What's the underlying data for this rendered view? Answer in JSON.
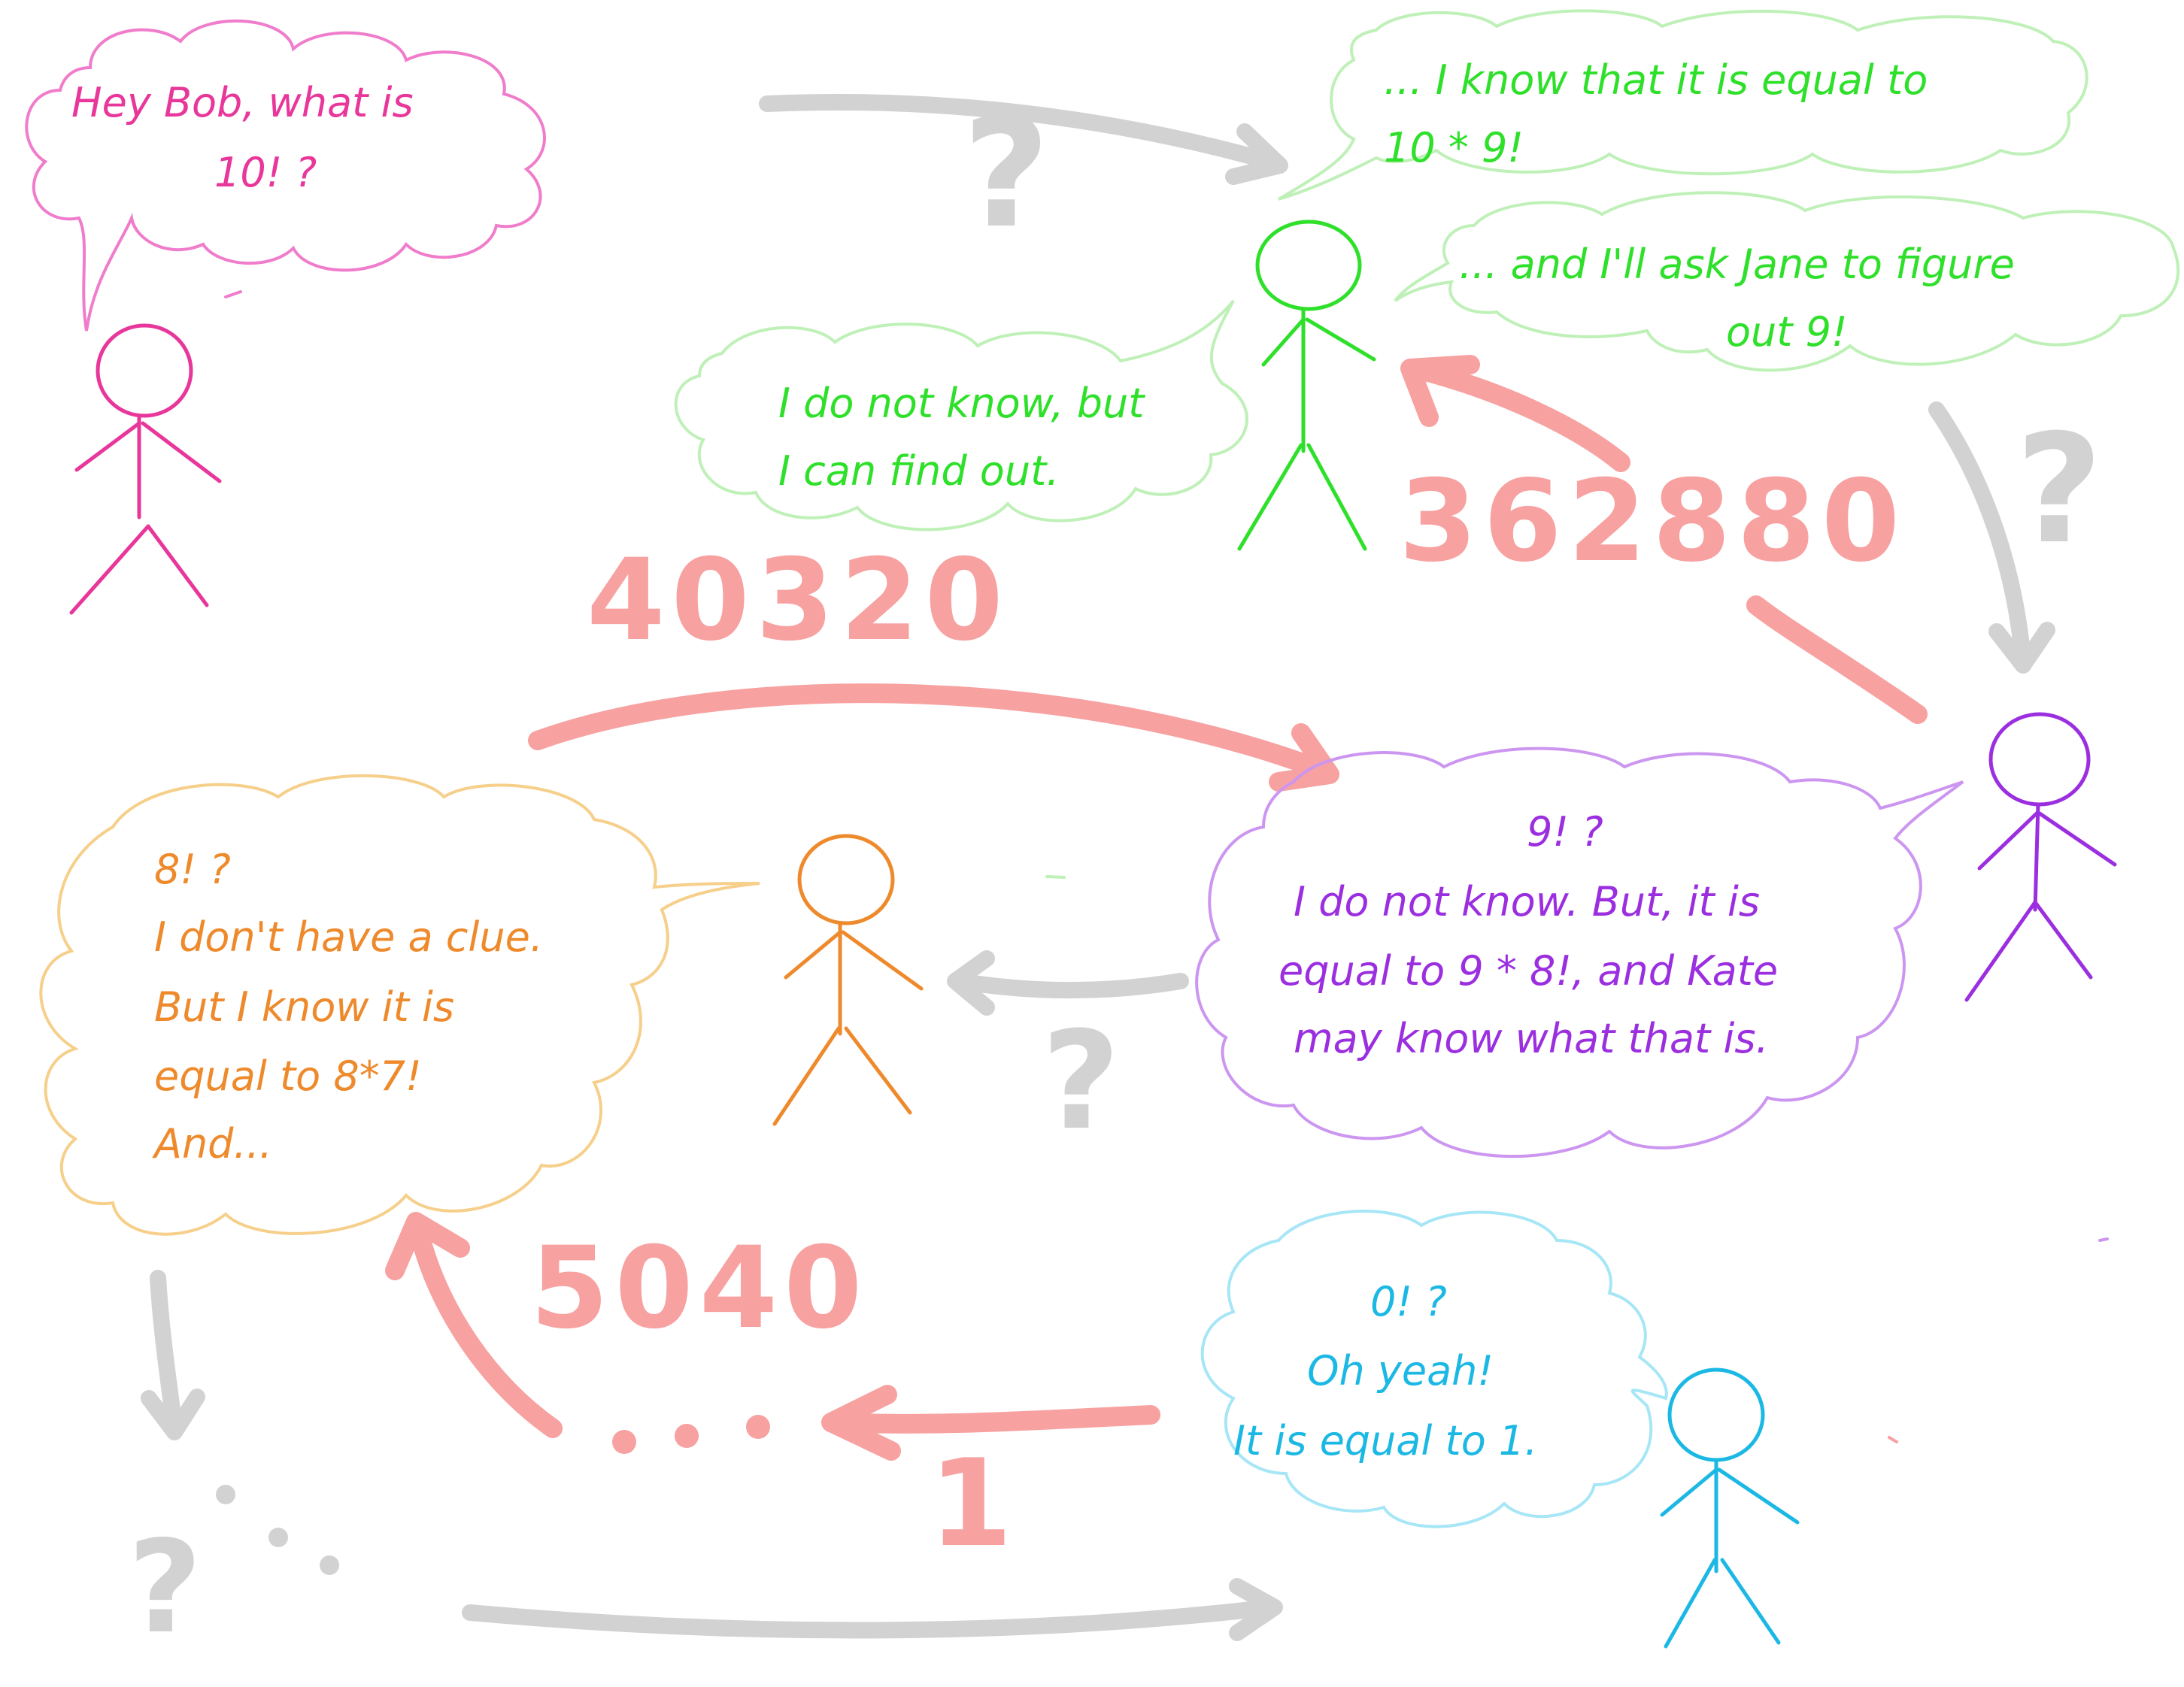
{
  "colors": {
    "pink": "#e8369a",
    "pink_light": "#f07ccc",
    "green": "#2ee02a",
    "green_light": "#bff0b8",
    "purple": "#9b2fe0",
    "purple_light": "#cc96f0",
    "orange": "#ee8a2c",
    "orange_light": "#f6cf8a",
    "blue": "#1cb8e4",
    "blue_light": "#a6e6f6",
    "red_arrow": "#f7a1a1",
    "gray_arrow": "#d2d2d2"
  },
  "speech": {
    "pink": [
      "Hey Bob, what is",
      "10! ?"
    ],
    "green_top": [
      "... I know that it is equal to",
      "10 * 9!"
    ],
    "green_ask": [
      "... and I'll ask Jane to figure",
      "out 9!"
    ],
    "green_left": [
      "I do not know, but",
      "I can find out."
    ],
    "purple": [
      "9! ?",
      "I do not know. But, it is",
      "equal to 9 * 8!, and Kate",
      "may know what that is."
    ],
    "orange": [
      "8! ?",
      "I don't have a clue.",
      "But I know it is",
      "equal to 8*7!",
      "And..."
    ],
    "blue": [
      "0! ?",
      "Oh yeah!",
      "It is equal to 1."
    ]
  },
  "values": {
    "v362880": "362880",
    "v40320": "40320",
    "v5040": "5040",
    "v1": "1",
    "question_mark": "?",
    "dots": ". . ."
  }
}
